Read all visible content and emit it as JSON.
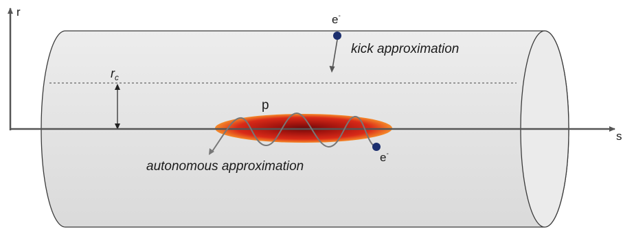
{
  "labels": {
    "r_axis": "r",
    "s_axis": "s",
    "rc_symbol": "r",
    "rc_subscript": "c",
    "proton": "p",
    "electron_top": "e",
    "electron_top_sup": "-",
    "electron_bottom": "e",
    "electron_bottom_sup": "-",
    "kick": "kick approximation",
    "autonomous": "autonomous approximation"
  },
  "colors": {
    "cylinder_fill": "#e4e4e4",
    "cylinder_stroke": "#3a3a3a",
    "axis": "#555555",
    "electron": "#1c2f6e",
    "bunch_core": "#7a0d0d",
    "bunch_mid": "#cc2018",
    "bunch_edge": "#f07a22",
    "wave": "#777777"
  }
}
